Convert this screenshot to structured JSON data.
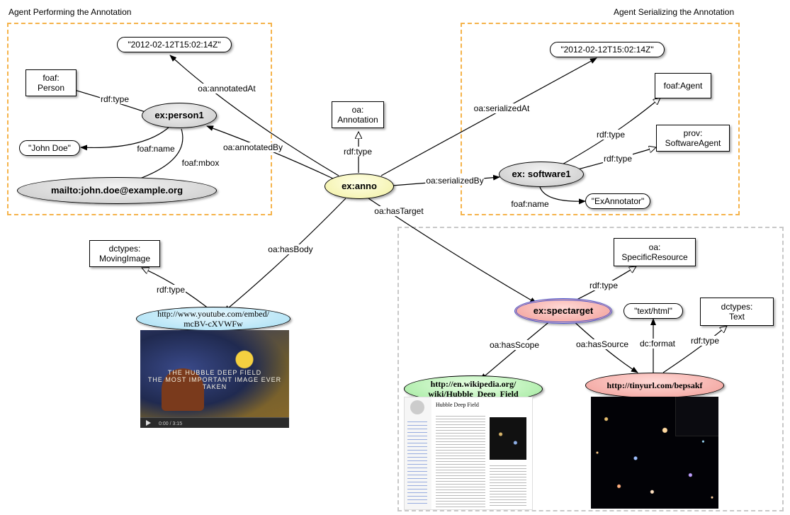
{
  "groups": {
    "performing": {
      "title": "Agent Performing the Annotation"
    },
    "serializing": {
      "title": "Agent Serializing the Annotation"
    }
  },
  "nodes": {
    "annotated_time": "\"2012-02-12T15:02:14Z\"",
    "foaf_person": "foaf:\nPerson",
    "person1": "ex:person1",
    "john_doe": "\"John Doe\"",
    "mailto": "mailto:john.doe@example.org",
    "oa_annotation": "oa:\nAnnotation",
    "anno": "ex:anno",
    "serialized_time": "\"2012-02-12T15:02:14Z\"",
    "foaf_agent": "foaf:Agent",
    "prov_software_agent": "prov:\nSoftwareAgent",
    "software1": "ex: software1",
    "exannotator": "\"ExAnnotator\"",
    "dctypes_movingimage": "dctypes:\nMovingImage",
    "youtube_url": "http://www.youtube.com/embed/\nmcBV-cXVWFw",
    "oa_specific_resource": "oa:\nSpecificResource",
    "spectarget": "ex:spectarget",
    "text_html": "\"text/html\"",
    "dctypes_text": "dctypes:\nText",
    "wikipedia_url": "http://en.wikipedia.org/\nwiki/Hubble_Deep_Field",
    "tinyurl": "http://tinyurl.com/bepsakf"
  },
  "edges": {
    "annotated_at": "oa:annotatedAt",
    "person_type": "rdf:type",
    "foaf_name": "foaf:name",
    "foaf_mbox": "foaf:mbox",
    "annotated_by": "oa:annotatedBy",
    "anno_type": "rdf:type",
    "serialized_at": "oa:serializedAt",
    "software_type1": "rdf:type",
    "software_type2": "rdf:type",
    "serialized_by": "oa:serializedBy",
    "software_name": "foaf:name",
    "has_target": "oa:hasTarget",
    "has_body": "oa:hasBody",
    "body_type": "rdf:type",
    "spectarget_type": "rdf:type",
    "has_scope": "oa:hasScope",
    "has_source": "oa:hasSource",
    "dc_format": "dc:format",
    "source_type": "rdf:type"
  },
  "thumbnails": {
    "video_caption": "THE HUBBLE DEEP FIELD\nTHE MOST IMPORTANT IMAGE EVER TAKEN",
    "video_time": "0:00 / 3:15",
    "wiki_title": "Hubble Deep Field"
  }
}
